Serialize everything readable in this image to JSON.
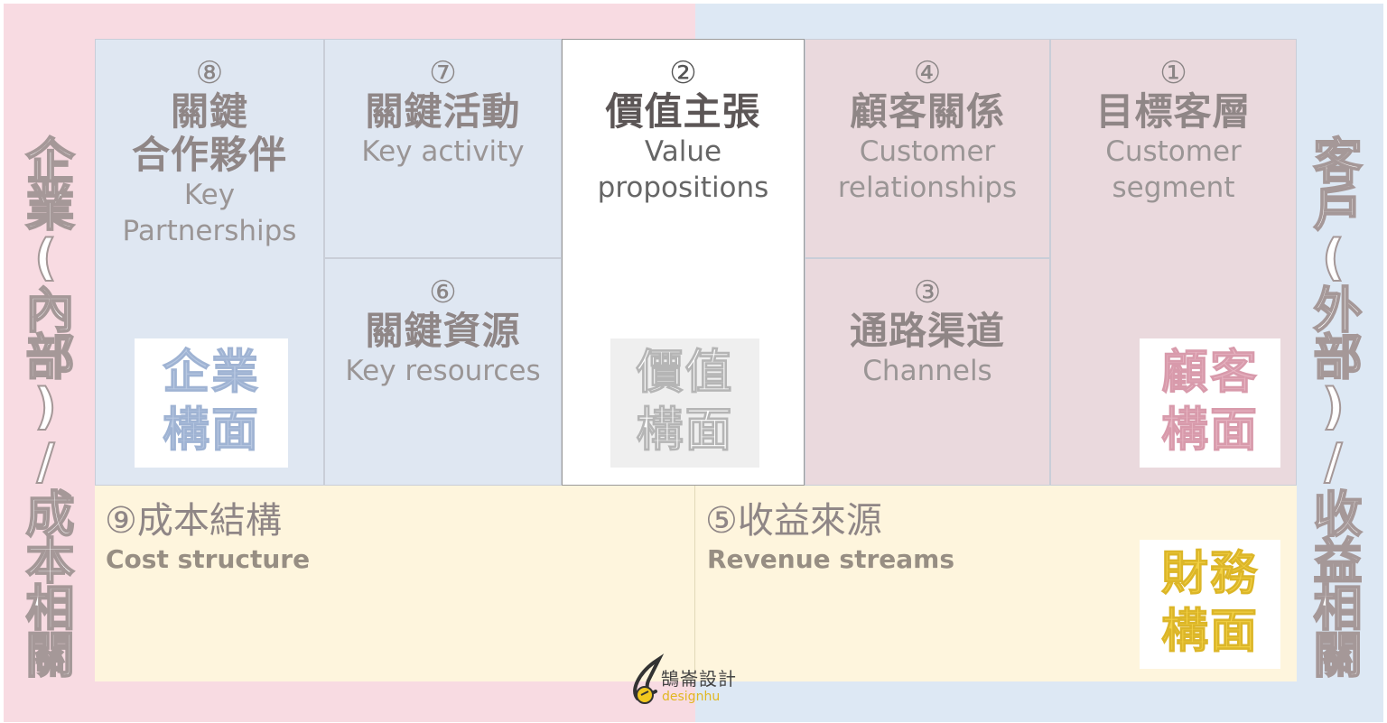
{
  "left_side_label": "企業(內部)/成本相關",
  "right_side_label": "客戶(外部)/收益相關",
  "blocks": {
    "key_partnerships": {
      "num": "⑧",
      "zh_line1": "關鍵",
      "zh_line2": "合作夥伴",
      "en_line1": "Key",
      "en_line2": "Partnerships"
    },
    "key_activity": {
      "num": "⑦",
      "zh": "關鍵活動",
      "en": "Key activity"
    },
    "key_resources": {
      "num": "⑥",
      "zh": "關鍵資源",
      "en": "Key resources"
    },
    "value_propositions": {
      "num": "②",
      "zh": "價值主張",
      "en_line1": "Value",
      "en_line2": "propositions"
    },
    "customer_relationships": {
      "num": "④",
      "zh": "顧客關係",
      "en_line1": "Customer",
      "en_line2": "relationships"
    },
    "channels": {
      "num": "③",
      "zh": "通路渠道",
      "en": "Channels"
    },
    "customer_segment": {
      "num": "①",
      "zh": "目標客層",
      "en_line1": "Customer",
      "en_line2": "segment"
    },
    "cost_structure": {
      "title": "⑨成本結構",
      "en": "Cost structure"
    },
    "revenue_streams": {
      "title": "⑤收益來源",
      "en": "Revenue streams"
    }
  },
  "stamps": {
    "enterprise": {
      "line1": "企業",
      "line2": "構面",
      "color": "#b9c9e2"
    },
    "value": {
      "line1": "價值",
      "line2": "構面",
      "color": "#c9c9c9"
    },
    "customer": {
      "line1": "顧客",
      "line2": "構面",
      "color": "#e6b3c1"
    },
    "finance": {
      "line1": "財務",
      "line2": "構面",
      "color": "#f2d044"
    }
  },
  "logo": {
    "name": "鵠崙設計",
    "sub": "designhu"
  }
}
